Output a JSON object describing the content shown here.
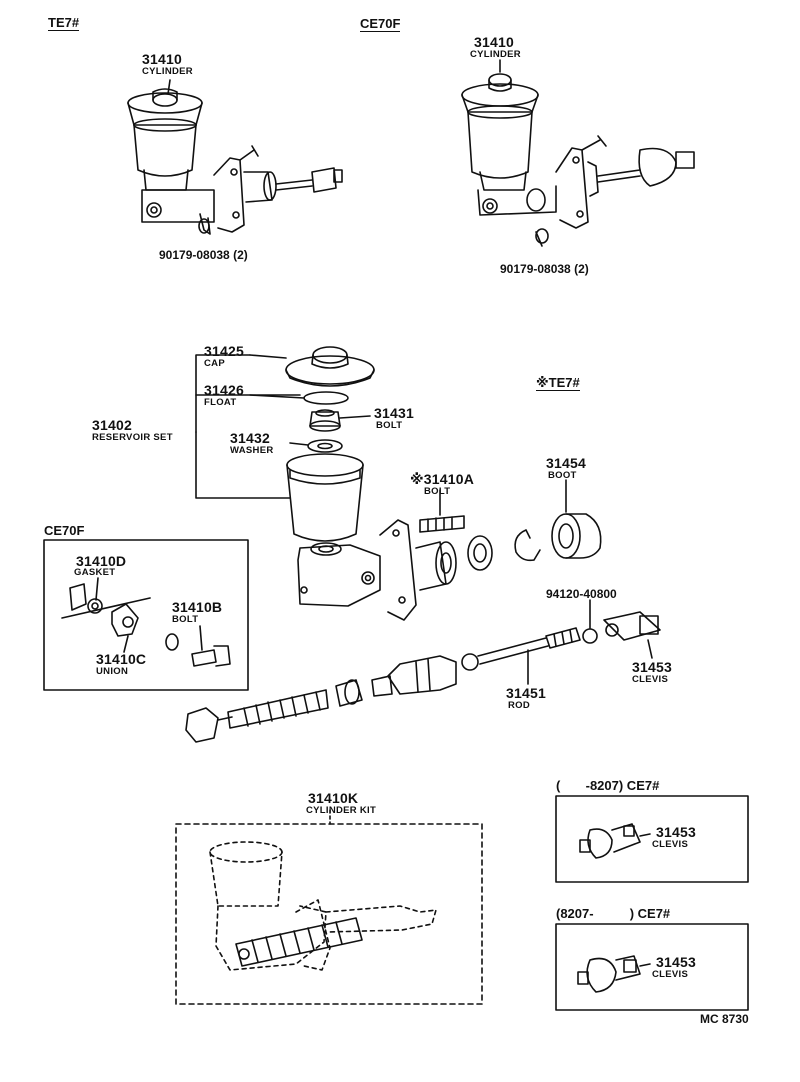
{
  "headers": {
    "te7": "TE7#",
    "ce70f": "CE70F",
    "star_te7": "※TE7#",
    "ce70f_box": "CE70F",
    "box1_range": "(       -8207) CE7#",
    "box2_range": "(8207-          ) CE7#"
  },
  "parts": {
    "cyl_te7": {
      "no": "31410",
      "name": "CYLINDER"
    },
    "cyl_ce70f": {
      "no": "31410",
      "name": "CYLINDER"
    },
    "bolt_te7": {
      "no": "90179-08038 (2)"
    },
    "bolt_ce70f": {
      "no": "90179-08038 (2)"
    },
    "cap": {
      "no": "31425",
      "name": "CAP"
    },
    "float": {
      "no": "31426",
      "name": "FLOAT"
    },
    "reservoir": {
      "no": "31402",
      "name": "RESERVOIR SET"
    },
    "bolt_31431": {
      "no": "31431",
      "name": "BOLT"
    },
    "washer": {
      "no": "31432",
      "name": "WASHER"
    },
    "bolt_31410a": {
      "no": "※31410A",
      "name": "BOLT"
    },
    "boot": {
      "no": "31454",
      "name": "BOOT"
    },
    "gasket": {
      "no": "31410D",
      "name": "GASKET"
    },
    "bolt_31410b": {
      "no": "31410B",
      "name": "BOLT"
    },
    "union": {
      "no": "31410C",
      "name": "UNION"
    },
    "nut": {
      "no": "94120-40800"
    },
    "clevis_main": {
      "no": "31453",
      "name": "CLEVIS"
    },
    "rod": {
      "no": "31451",
      "name": "ROD"
    },
    "kit": {
      "no": "31410K",
      "name": "CYLINDER KIT"
    },
    "clevis_box1": {
      "no": "31453",
      "name": "CLEVIS"
    },
    "clevis_box2": {
      "no": "31453",
      "name": "CLEVIS"
    }
  },
  "footer": {
    "code": "MC 8730"
  }
}
